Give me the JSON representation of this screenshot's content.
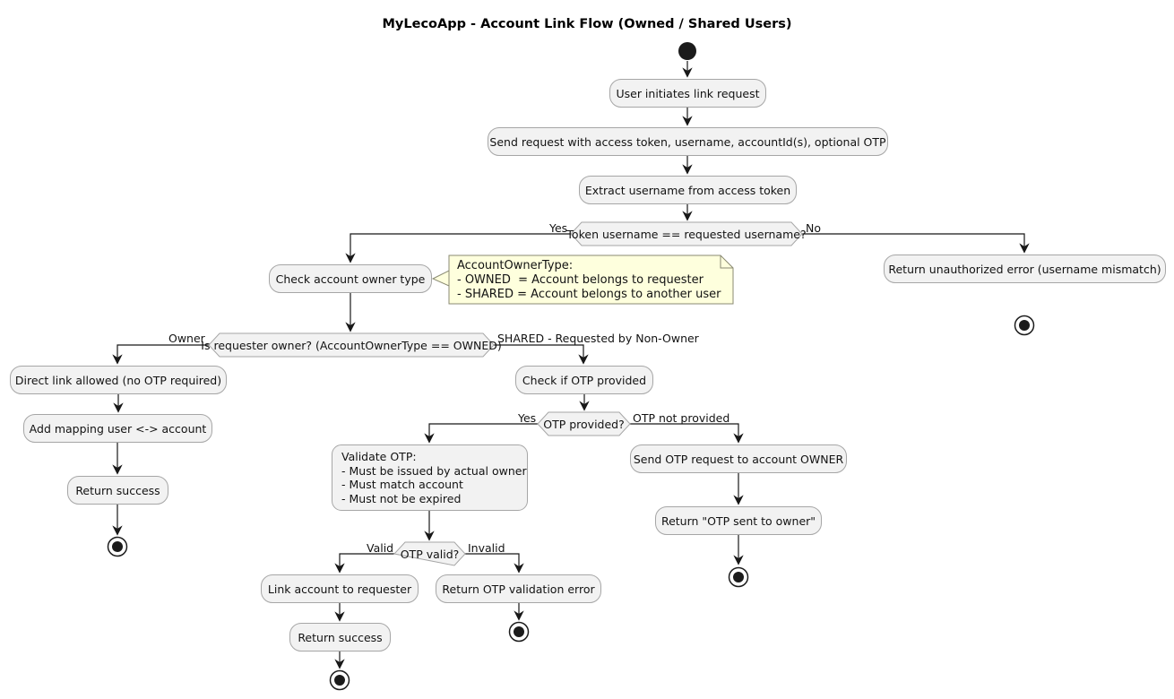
{
  "title": "MyLecoApp - Account Link Flow (Owned / Shared Users)",
  "nodes": {
    "user_initiates": {
      "label": "User initiates link request"
    },
    "send_request": {
      "label": "Send request with access token, username, accountId(s), optional OTP"
    },
    "extract_username": {
      "label": "Extract username from access token"
    },
    "check_owner_type": {
      "label": "Check account owner type"
    },
    "return_unauthorized": {
      "label": "Return unauthorized error (username mismatch)"
    },
    "direct_link": {
      "label": "Direct link allowed (no OTP required)"
    },
    "add_mapping": {
      "label": "Add mapping user <-> account"
    },
    "return_success_owner": {
      "label": "Return success"
    },
    "check_otp": {
      "label": "Check if OTP provided"
    },
    "validate_otp": {
      "lines": [
        "Validate OTP:",
        "- Must be issued by actual owner",
        "- Must match account",
        "- Must not be expired"
      ]
    },
    "send_otp_request": {
      "label": "Send OTP request to account OWNER"
    },
    "return_otp_sent": {
      "label": "Return \"OTP sent to owner\""
    },
    "link_account": {
      "label": "Link account to requester"
    },
    "return_otp_error": {
      "label": "Return OTP validation error"
    },
    "return_success_valid": {
      "label": "Return success"
    }
  },
  "decisions": {
    "username_match": {
      "label": "Token username == requested username?"
    },
    "is_owner": {
      "label": "Is requester owner? (AccountOwnerType == OWNED)"
    },
    "otp_provided": {
      "label": "OTP provided?"
    },
    "otp_valid": {
      "label": "OTP valid?"
    }
  },
  "edge_labels": {
    "yes_username": "Yes",
    "no_username": "No",
    "owner": "Owner",
    "shared": "SHARED - Requested by Non-Owner",
    "yes_otp": "Yes",
    "otp_not_provided": "OTP not provided",
    "valid": "Valid",
    "invalid": "Invalid"
  },
  "note": {
    "lines": [
      "AccountOwnerType:",
      "- OWNED  = Account belongs to requester",
      "- SHARED = Account belongs to another user"
    ]
  },
  "colors": {
    "activity_fill": "#f2f2f2",
    "activity_border": "#a6a6a6",
    "note_fill": "#feffdd",
    "note_border": "#8a8a72",
    "edge": "#181818",
    "terminal": "#1b1b1b",
    "background": "#ffffff"
  }
}
